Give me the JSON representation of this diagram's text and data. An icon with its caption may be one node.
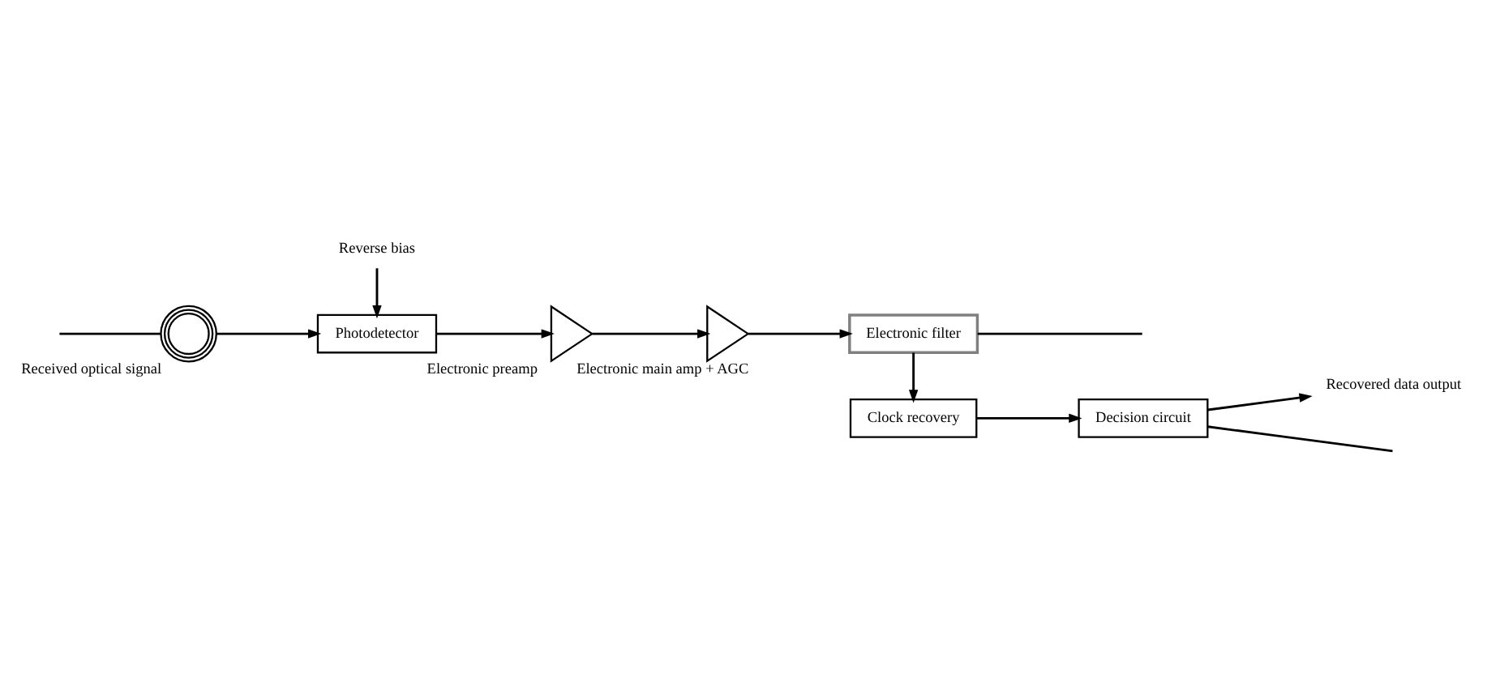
{
  "diagram": {
    "nodes": [
      {
        "text": [],
        "shape": "circle",
        "beside": [
          "Received optical signal"
        ]
      },
      {
        "text": [
          "Photodetector"
        ]
      },
      {
        "text": [
          "Reverse bias"
        ]
      },
      {
        "text": [],
        "shape": "triangle",
        "beside": [
          "Electronic preamp"
        ]
      },
      {
        "text": [],
        "shape": "triangle",
        "beside": [
          "Electronic main amp + AGC"
        ]
      },
      {
        "text": [
          "Electronic filter"
        ]
      },
      {
        "text": [
          "Clock recovery"
        ]
      },
      {
        "text": [
          "Decision circuit"
        ]
      },
      {
        "text": [
          "Recovered data output"
        ]
      }
    ],
    "edges": [
      {
        "from": null,
        "to": 0,
        "arrow": "none"
      },
      {
        "from": 0,
        "to": 1,
        "arrow": "to"
      },
      {
        "from": 2,
        "to": 1,
        "arrow": "to"
      },
      {
        "from": 1,
        "to": 3,
        "arrow": "to"
      },
      {
        "from": 3,
        "to": 4,
        "arrow": "to"
      },
      {
        "from": 4,
        "to": 5,
        "arrow": "to"
      },
      {
        "from": 5,
        "to": 6,
        "arrow": "to"
      },
      {
        "from": 5,
        "to": null,
        "arrow": "none"
      },
      {
        "from": 6,
        "to": 7,
        "arrow": "to"
      },
      {
        "from": null,
        "to": 7,
        "arrow": "none"
      },
      {
        "from": 7,
        "to": 8,
        "arrow": "to"
      }
    ]
  }
}
